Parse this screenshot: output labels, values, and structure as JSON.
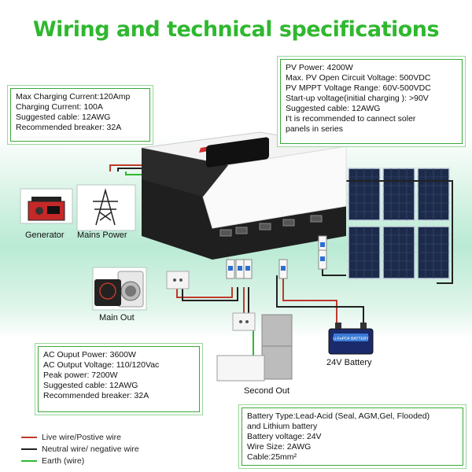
{
  "title": "Wiring and technical specifications",
  "charging_box": {
    "lines": [
      "Max Charging Current:120Amp",
      "Charging Current: 100A",
      "Suggested cable: 12AWG",
      "Recommended breaker: 32A"
    ]
  },
  "pv_box": {
    "lines": [
      "PV Power: 4200W",
      "Max. PV Open Circuit Voltage: 500VDC",
      "PV MPPT Voltage Range: 60V-500VDC",
      "Start-up voltage(initial charging ): >90V",
      "Suggested cable: 12AWG",
      "I't is recommended to cannect soler",
      "panels in series"
    ]
  },
  "ac_box": {
    "lines": [
      "AC Ouput Power: 3600W",
      "AC Output Voltage: 110/120Vac",
      "Peak power:  7200W",
      "Suggested cable: 12AWG",
      "Recommended breaker: 32A"
    ]
  },
  "battery_box": {
    "lines": [
      "Battery Type:Lead-Acid (Seal, AGM,Gel, Flooded)",
      "and Lithium battery",
      "Battery voltage: 24V",
      "Wire Size: 2AWG",
      "Cable:25mm²"
    ]
  },
  "labels": {
    "generator": "Generator",
    "mains_power": "Mains Power",
    "main_out": "Main Out",
    "second_out": "Second Out",
    "battery": "24V Battery",
    "battery_sticker": "Li-FePO4 BATTERY"
  },
  "legend": [
    {
      "label": "Live wire/Postive wire",
      "color": "#c0392b"
    },
    {
      "label": "Neutral wire/ negative wire",
      "color": "#222222"
    },
    {
      "label": "Earth (wire)",
      "color": "#2fb82f"
    }
  ],
  "colors": {
    "title": "#2fb82f",
    "box_border": "#3aa83a",
    "live": "#c0392b",
    "neutral": "#222222",
    "earth": "#2fb82f"
  }
}
